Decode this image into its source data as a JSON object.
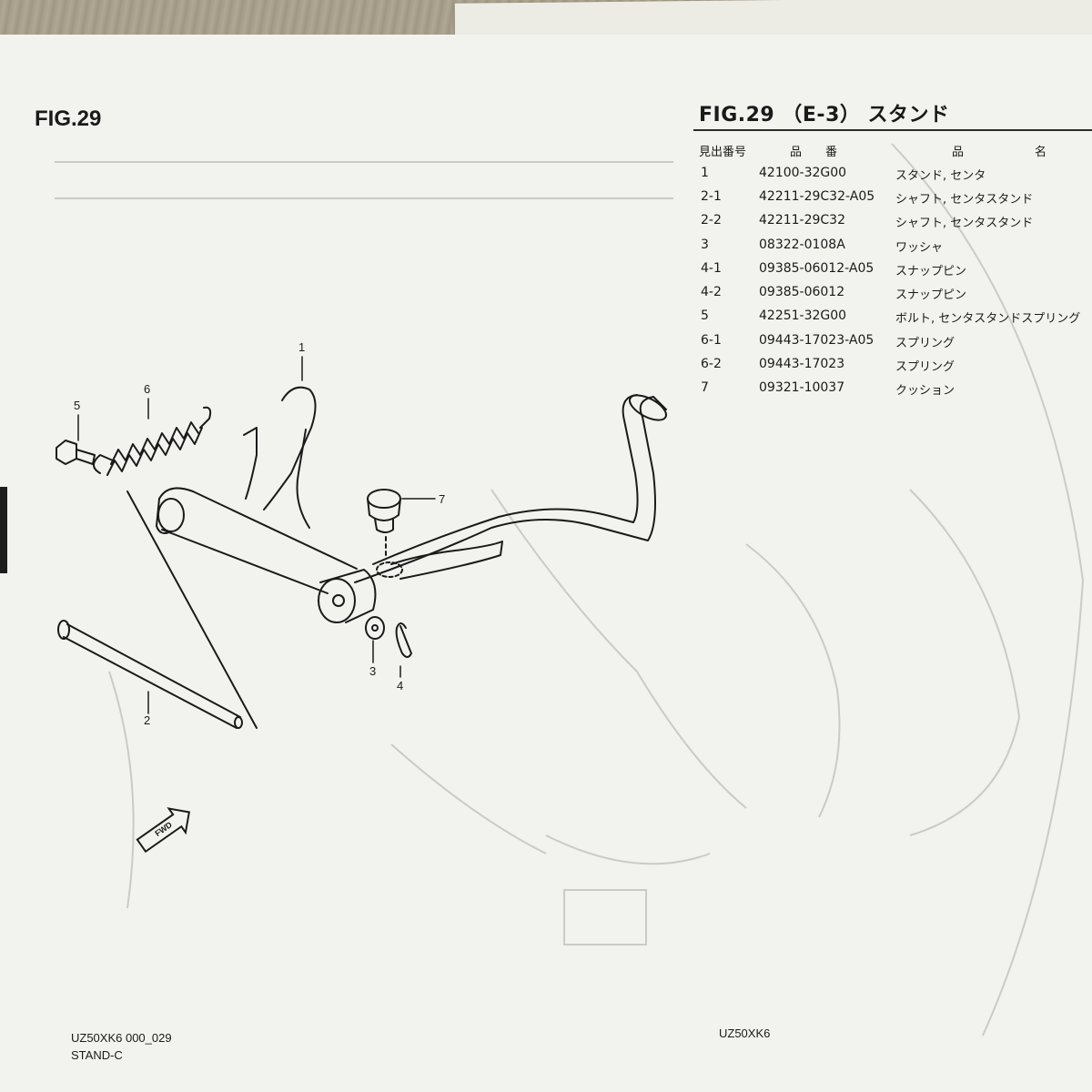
{
  "figure": {
    "left_title": "FIG.29",
    "right_title": "FIG.29 （E-3） スタンド"
  },
  "table": {
    "headers": {
      "ref": "見出番号",
      "part": "品　　番",
      "name": "品　　　　　　名"
    },
    "rows": [
      {
        "ref": "1",
        "part": "42100-32G00",
        "name": "スタンド, センタ"
      },
      {
        "ref": "2-1",
        "part": "42211-29C32-A05",
        "name": "シャフト, センタスタンド"
      },
      {
        "ref": "2-2",
        "part": "42211-29C32",
        "name": "シャフト, センタスタンド"
      },
      {
        "ref": "3",
        "part": "08322-0108A",
        "name": "ワッシャ"
      },
      {
        "ref": "4-1",
        "part": "09385-06012-A05",
        "name": "スナップピン"
      },
      {
        "ref": "4-2",
        "part": "09385-06012",
        "name": "スナップピン"
      },
      {
        "ref": "5",
        "part": "42251-32G00",
        "name": "ボルト, センタスタンドスプリング"
      },
      {
        "ref": "6-1",
        "part": "09443-17023-A05",
        "name": "スプリング"
      },
      {
        "ref": "6-2",
        "part": "09443-17023",
        "name": "スプリング"
      },
      {
        "ref": "7",
        "part": "09321-10037",
        "name": "クッション"
      }
    ]
  },
  "callouts": {
    "c1": "1",
    "c2": "2",
    "c3": "3",
    "c4": "4",
    "c5": "5",
    "c6": "6",
    "c7": "7"
  },
  "fwd_label": "FWD",
  "footer": {
    "model_code": "UZ50XK6 000_029",
    "section": "STAND-C",
    "model_right": "UZ50XK6"
  },
  "colors": {
    "ink": "#1a1a1a",
    "paper": "#f2f2ee",
    "ghost": "#c9ccc6"
  }
}
